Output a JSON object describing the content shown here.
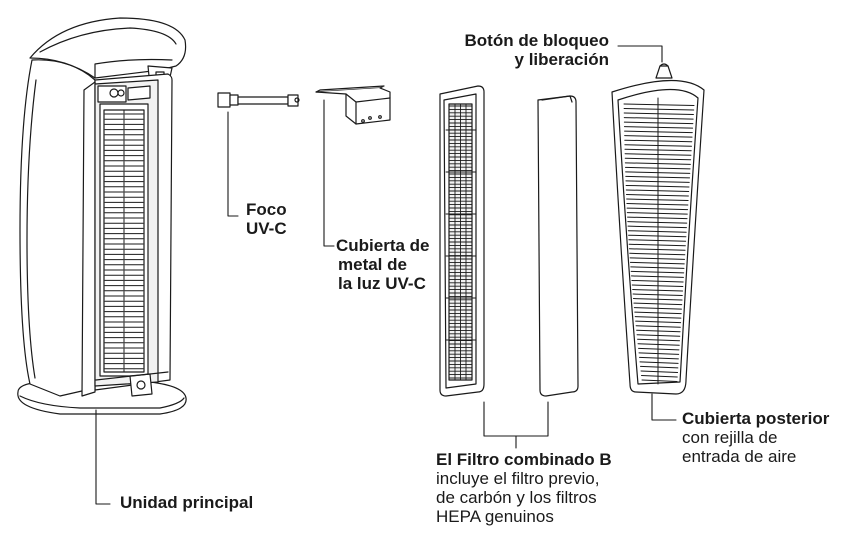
{
  "labels": {
    "lock_button": [
      "Botón de bloqueo",
      "y liberación"
    ],
    "uv_bulb": [
      "Foco",
      "UV-C"
    ],
    "metal_cover": [
      "Cubierta de",
      "metal de",
      "la luz UV-C"
    ],
    "main_unit": "Unidad principal",
    "filter": {
      "title": "El Filtro combinado B",
      "desc": [
        "incluye el filtro previo,",
        "de carbón y los filtros",
        "HEPA genuinos"
      ]
    },
    "back_cover": {
      "title": "Cubierta posterior",
      "desc": [
        "con rejilla de",
        "entrada de aire"
      ]
    }
  },
  "colors": {
    "line": "#1a1a1a",
    "fill": "#ffffff",
    "shade": "#e8e8e8"
  }
}
